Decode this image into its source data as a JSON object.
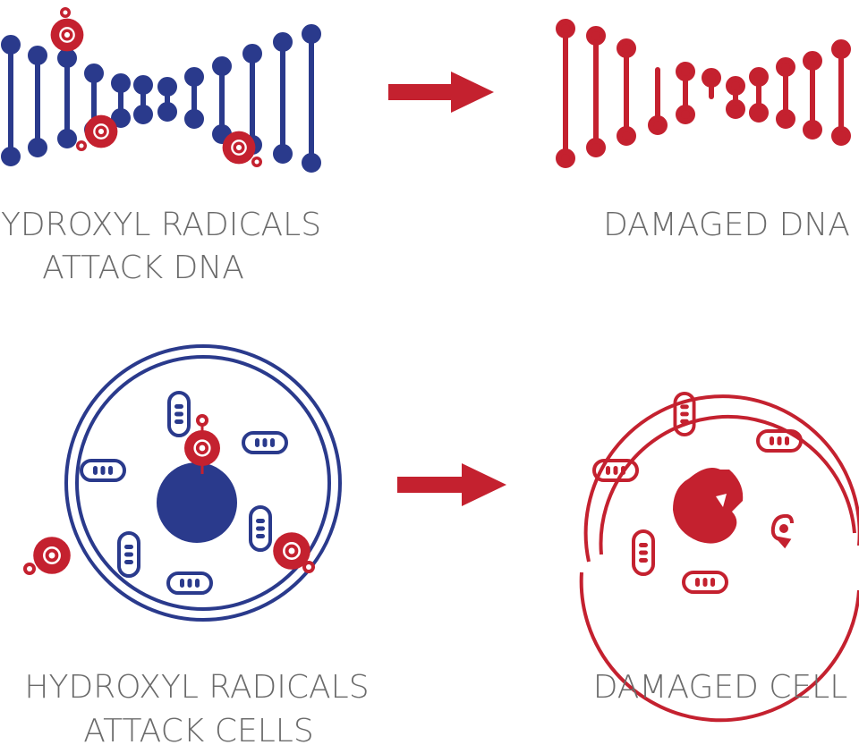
{
  "colors": {
    "healthy": "#2a3a8c",
    "damaged": "#c4212f",
    "caption": "#6b6b6b",
    "background": "#ffffff"
  },
  "panels": {
    "dna_attack": {
      "line1": "YDROXYL RADICALS",
      "line2": "ATTACK DNA"
    },
    "dna_damaged": {
      "line1": "DAMAGED DNA"
    },
    "cell_attack": {
      "line1": "HYDROXYL RADICALS",
      "line2": "ATTACK CELLS"
    },
    "cell_damaged": {
      "line1": "DAMAGED CELL"
    }
  },
  "icons": {
    "radical": "hydroxyl-radical-icon",
    "arrow": "right-arrow-icon",
    "mitochondrion": "mitochondrion-icon",
    "nucleus": "nucleus-icon"
  }
}
